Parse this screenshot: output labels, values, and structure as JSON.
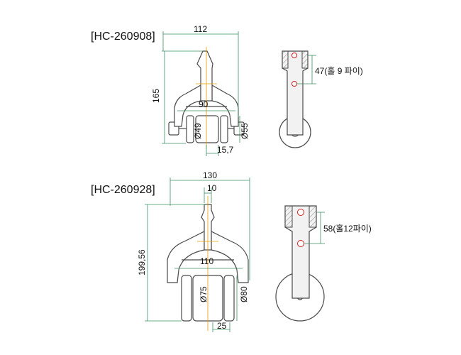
{
  "top": {
    "model": "[HC-260908]",
    "dim_width": "112",
    "dim_height": "165",
    "dim_inner_width": "90",
    "dim_wheel_a": "Ø49",
    "dim_wheel_b": "Ø55",
    "dim_wheel_width": "15,7",
    "dim_holes": "47(홀 9 파이)"
  },
  "bottom": {
    "model": "[HC-260928]",
    "dim_width": "130",
    "dim_top": "10",
    "dim_height": "199,56",
    "dim_inner_width": "110",
    "dim_wheel_a": "Ø75",
    "dim_wheel_b": "Ø80",
    "dim_wheel_width": "25",
    "dim_holes": "58(홀12파이)"
  }
}
